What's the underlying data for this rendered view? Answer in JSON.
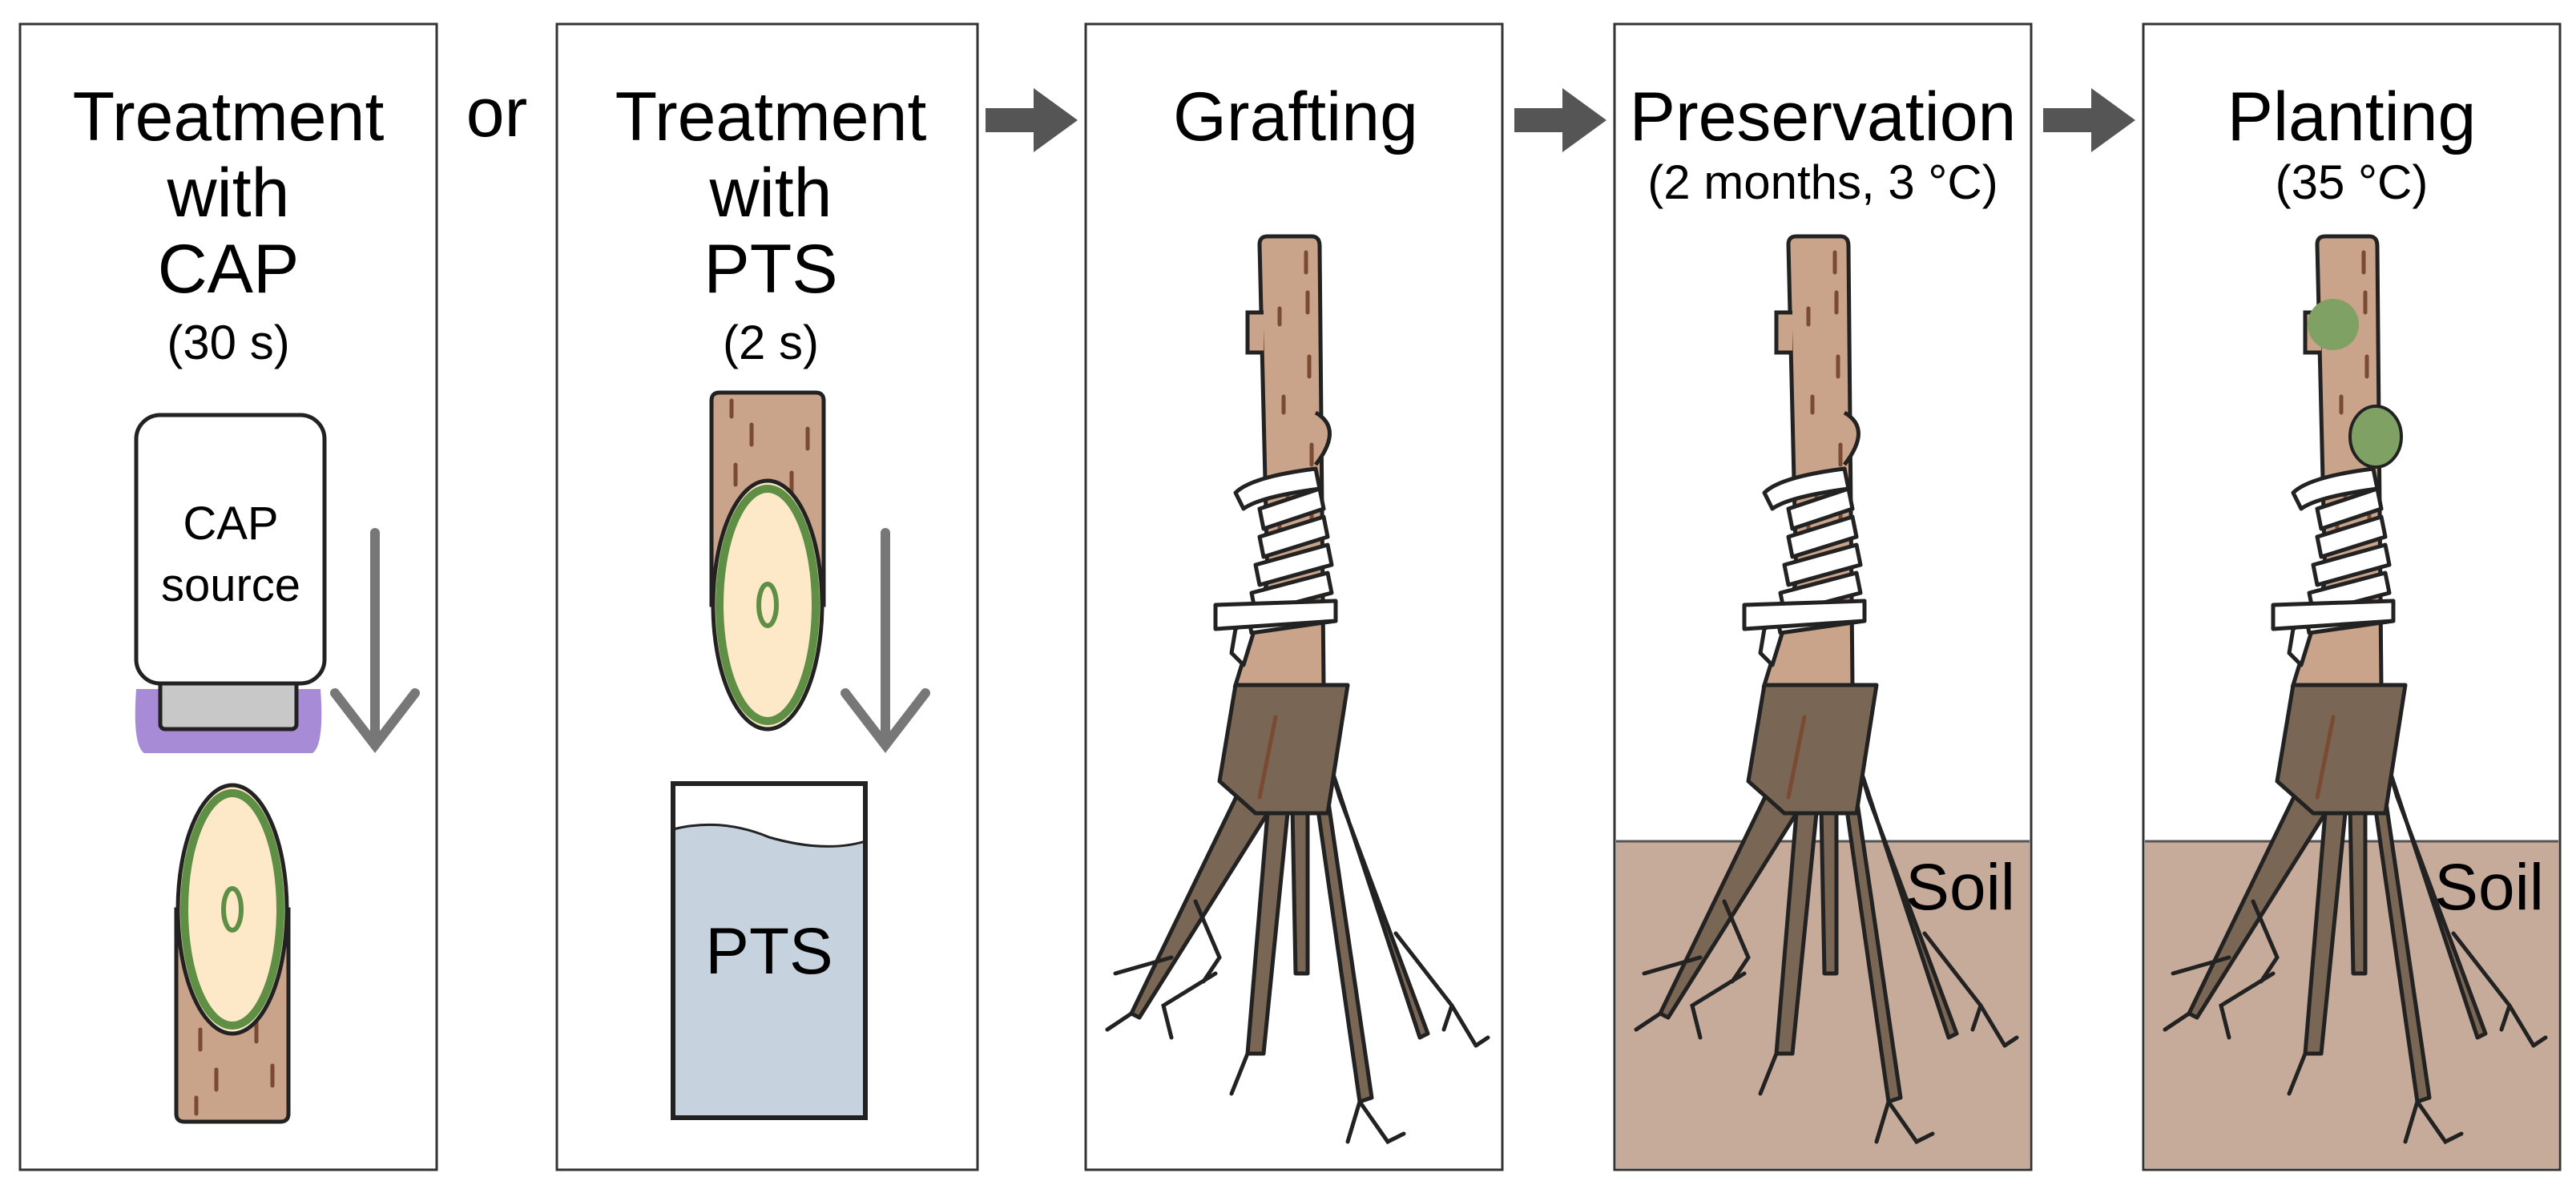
{
  "connector": "or",
  "panels": [
    {
      "title_lines": [
        "Treatment",
        "with",
        "CAP"
      ],
      "subtitle": "(30 s)",
      "device_label_lines": [
        "CAP",
        "source"
      ]
    },
    {
      "title_lines": [
        "Treatment",
        "with",
        "PTS"
      ],
      "subtitle": "(2 s)",
      "container_label": "PTS"
    },
    {
      "title_lines": [
        "Grafting"
      ]
    },
    {
      "title_lines": [
        "Preservation"
      ],
      "subtitle": "(2 months, 3 °C)",
      "soil_label": "Soil"
    },
    {
      "title_lines": [
        "Planting"
      ],
      "subtitle": "(35 °C)",
      "soil_label": "Soil"
    }
  ],
  "colors": {
    "bark": "#c9a38a",
    "bark_mark": "#7a4a32",
    "cut_surface": "#fde8c8",
    "cambium": "#5f8f45",
    "root": "#7a6654",
    "soil": "#c6ab9a",
    "liquid": "#c6d3df",
    "plasma": "#a78bd6",
    "nozzle": "#c8c8c8",
    "arrow": "#555555",
    "down_arrow": "#777777",
    "bud": "#7fa164"
  }
}
